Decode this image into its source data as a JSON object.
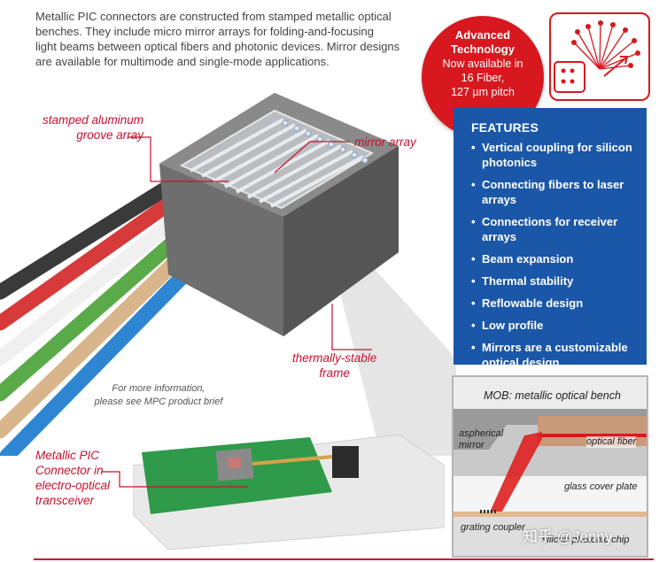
{
  "intro": {
    "lines": [
      "Metallic PIC connectors are constructed from stamped metallic optical",
      "benches. They include micro mirror arrays for folding-and-focusing",
      "light  beams between optical fibers and photonic devices. Mirror designs",
      "are available for multimode and single-mode applications."
    ]
  },
  "badge": {
    "title_lines": [
      "Advanced",
      "Technology"
    ],
    "body_lines": [
      "Now available in",
      "16 Fiber,",
      "127 µm pitch"
    ]
  },
  "features": {
    "heading": "FEATURES",
    "items": [
      "Vertical coupling for silicon photonics",
      "Connecting fibers to laser arrays",
      "Connections for receiver arrays",
      "Beam expansion",
      "Thermal stability",
      "Reflowable design",
      "Low profile",
      "Mirrors are a customizable optical design"
    ]
  },
  "labels": {
    "groove_lines": [
      "stamped aluminum",
      "groove array"
    ],
    "mirror": "mirror array",
    "frame_lines": [
      "thermally-stable",
      "frame"
    ],
    "info_lines": [
      "For more information,",
      "please see MPC product brief"
    ],
    "connector_lines": [
      "Metallic PIC",
      "Connector in",
      "electro-optical",
      "transceiver"
    ]
  },
  "mob": {
    "title": "MOB: metallic optical bench",
    "aspherical_lines": [
      "aspherical",
      "mirror"
    ],
    "fiber": "optical fiber",
    "cover": "glass cover plate",
    "grating": "grating coupler",
    "chip": "silicon photonic chip"
  },
  "watermark": "知乎 @Jenny",
  "colors": {
    "accent_red": "#d7181f",
    "feature_blue": "#1b57a8",
    "fiber_colors": [
      "#3a3a3a",
      "#d63a3a",
      "#f4f4f4",
      "#5aaa4a",
      "#d8b58a",
      "#2e86d2"
    ]
  }
}
